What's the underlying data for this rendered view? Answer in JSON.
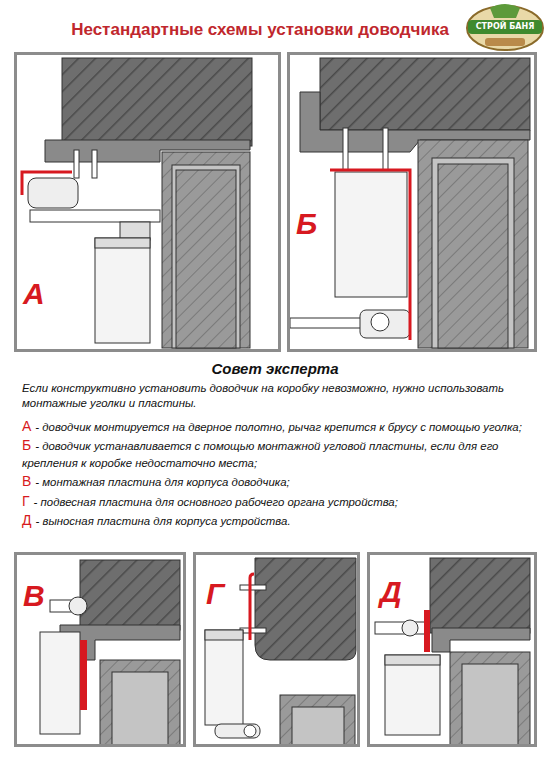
{
  "diagram": {
    "title": "Нестандартные схемы установки доводчика",
    "nodes": [
      {
        "text": [
          "А"
        ]
      },
      {
        "text": [
          "Б"
        ]
      },
      {
        "text": [
          "В"
        ]
      },
      {
        "text": [
          "Г"
        ]
      },
      {
        "text": [
          "Д"
        ]
      }
    ],
    "labels": [
      "СТРОЙ БАНЯ",
      "Совет эксперта",
      "Если конструктивно установить доводчик на коробку невозможно, нужно использовать монтажные уголки и пластины.",
      "А",
      "- доводчик монтируется на дверное полотно, рычаг крепится к брусу с помощью уголка;",
      "Б",
      "- доводчик устанавливается с помощью монтажной угловой пластины, если для его крепления к коробке недостаточно места;",
      "В",
      "- монтажная пластина для корпуса доводчика;",
      "Г",
      "- подвесная пластина для основного рабочего органа устройства;",
      "Д",
      "- выносная пластина для корпуса устройства."
    ]
  }
}
